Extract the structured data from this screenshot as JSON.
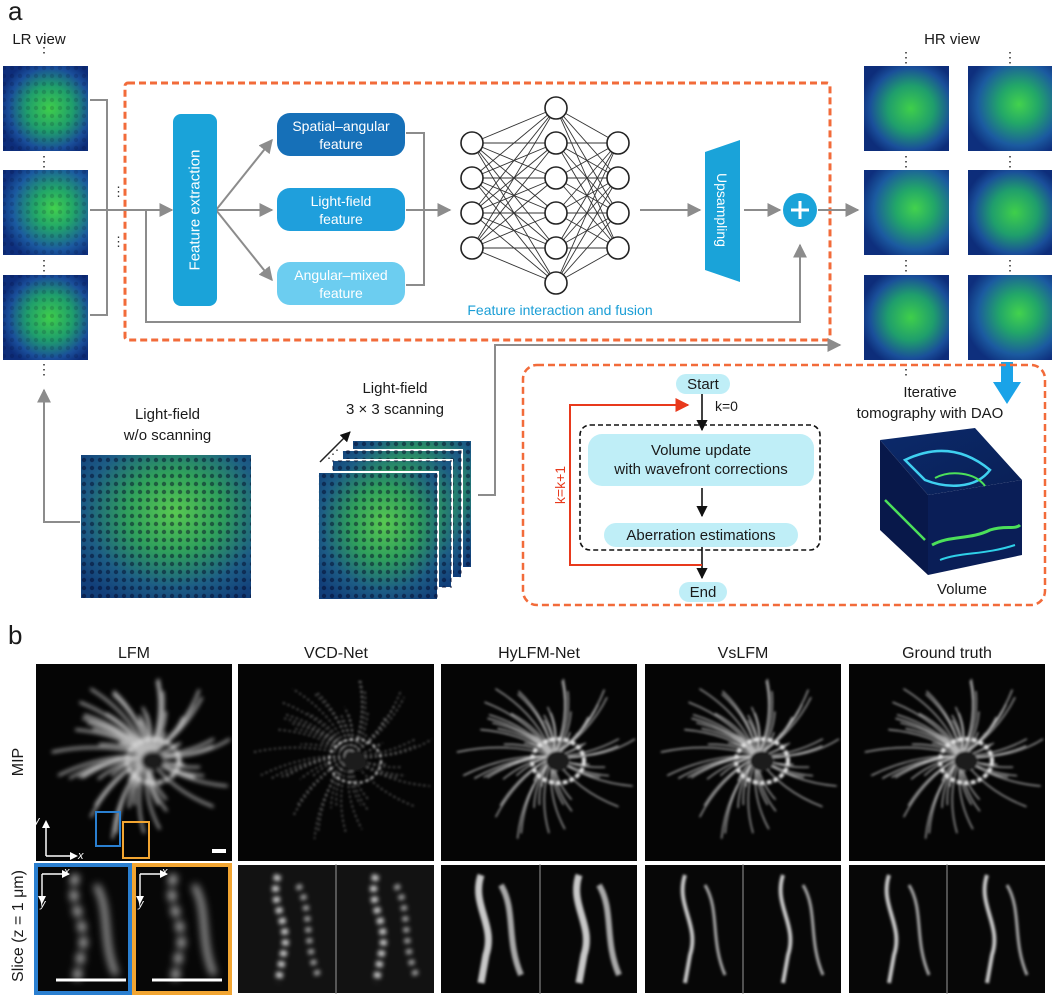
{
  "panel_a": {
    "letter": "a",
    "lr_view_label": "LR view",
    "hr_view_label": "HR view",
    "feature_extraction": "Feature extraction",
    "spatial_angular_line1": "Spatial–angular",
    "spatial_angular_line2": "feature",
    "light_field_feature_line1": "Light-field",
    "light_field_feature_line2": "feature",
    "angular_mixed_line1": "Angular–mixed",
    "angular_mixed_line2": "feature",
    "fusion_label": "Feature interaction and fusion",
    "upsampling": "Upsampling",
    "lf_wo_line1": "Light-field",
    "lf_wo_line2": "w/o scanning",
    "lf_scan_line1": "Light-field",
    "lf_scan_line2": "3 × 3 scanning",
    "iterative_line1": "Iterative",
    "iterative_line2": "tomography with DAO",
    "start": "Start",
    "k0": "k=0",
    "volume_update_line1": "Volume update",
    "volume_update_line2": "with wavefront corrections",
    "aberration": "Aberration estimations",
    "end": "End",
    "k_increment": "k=k+1",
    "volume": "Volume"
  },
  "panel_b": {
    "letter": "b",
    "columns": [
      "LFM",
      "VCD-Net",
      "HyLFM-Net",
      "VsLFM",
      "Ground truth"
    ],
    "row_mip": "MIP",
    "row_slice": "Slice (z = 1 μm)",
    "axis_x": "x",
    "axis_y": "y"
  },
  "colors": {
    "dashed_orange": "#f26b3a",
    "feature_blue": "#1aa3d9",
    "spatial_dark": "#1670b8",
    "light_field_mid": "#1f9fdc",
    "angular_light": "#6ccdf0",
    "fusion_text": "#1a9ed6",
    "cyan_box": "#bfeef7",
    "red_loop": "#e8391c",
    "inset_blue": "#2a7fd0",
    "inset_orange": "#f2a531"
  }
}
